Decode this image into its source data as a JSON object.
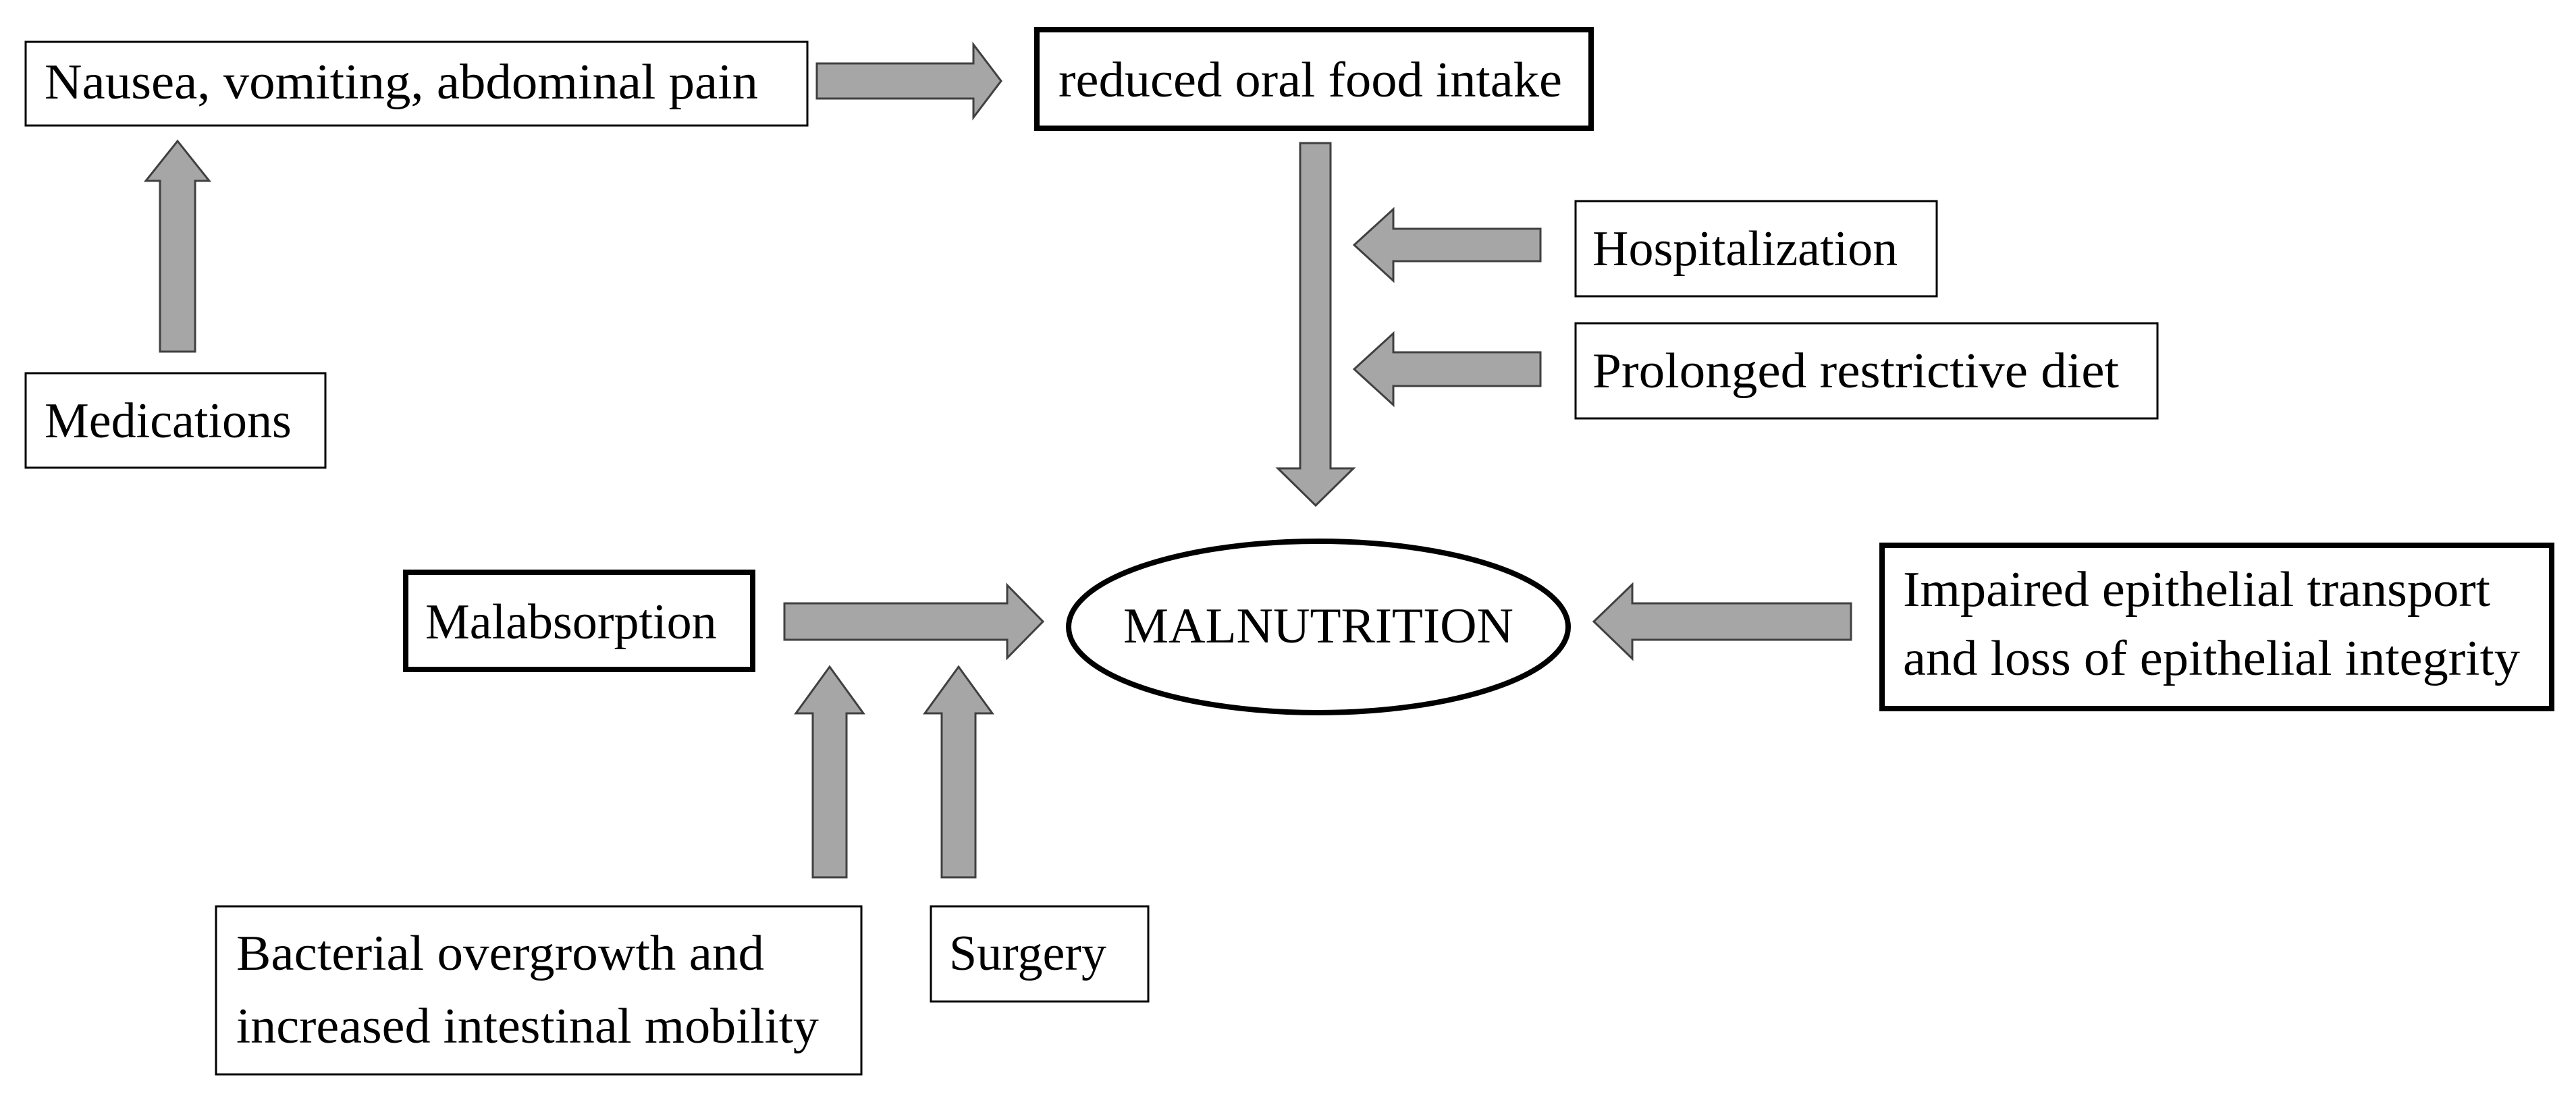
{
  "nodes": {
    "nausea": {
      "lines": [
        "Nausea, vomiting, abdominal pain"
      ]
    },
    "reduced_intake": {
      "lines": [
        "reduced oral food intake"
      ]
    },
    "medications": {
      "lines": [
        "Medications"
      ]
    },
    "hospitalization": {
      "lines": [
        "Hospitalization"
      ]
    },
    "restrictive_diet": {
      "lines": [
        "Prolonged restrictive diet"
      ]
    },
    "malabsorption": {
      "lines": [
        "Malabsorption"
      ]
    },
    "malnutrition": {
      "lines": [
        "MALNUTRITION"
      ]
    },
    "epithelial": {
      "lines": [
        "Impaired epithelial transport",
        "and loss of epithelial integrity"
      ]
    },
    "bacterial": {
      "lines": [
        "Bacterial overgrowth and",
        "increased intestinal mobility"
      ]
    },
    "surgery": {
      "lines": [
        "Surgery"
      ]
    }
  },
  "edges": [
    {
      "from": "nausea",
      "to": "reduced_intake"
    },
    {
      "from": "medications",
      "to": "nausea"
    },
    {
      "from": "reduced_intake",
      "to": "malnutrition"
    },
    {
      "from": "hospitalization",
      "to": "reduced_intake"
    },
    {
      "from": "restrictive_diet",
      "to": "reduced_intake"
    },
    {
      "from": "malabsorption",
      "to": "malnutrition"
    },
    {
      "from": "epithelial",
      "to": "malnutrition"
    },
    {
      "from": "bacterial",
      "to": "malabsorption"
    },
    {
      "from": "surgery",
      "to": "malabsorption"
    }
  ],
  "colors": {
    "arrow_fill": "#a6a6a6",
    "arrow_stroke": "#404040",
    "box_stroke": "#000000",
    "text": "#000000",
    "background": "#ffffff"
  }
}
